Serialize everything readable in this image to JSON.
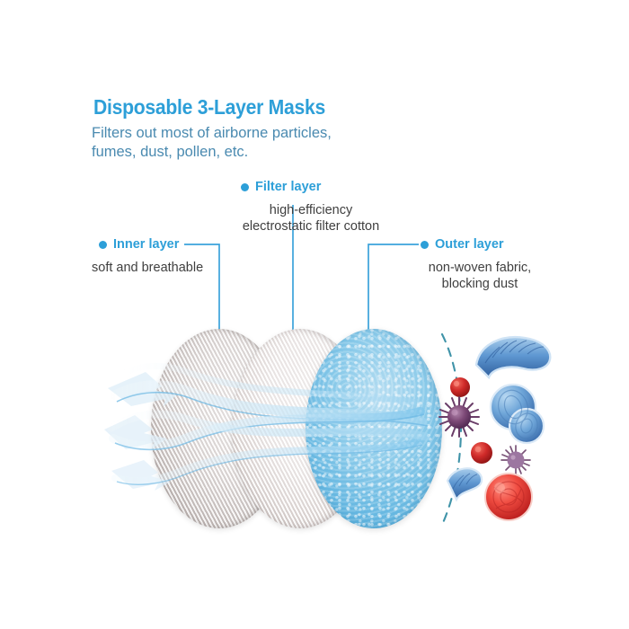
{
  "header": {
    "title": "Disposable 3-Layer Masks",
    "subtitle": "Filters out most of airborne particles,\nfumes, dust, pollen, etc."
  },
  "colors": {
    "accent_blue": "#2d9fd8",
    "subtitle_blue": "#4a8ab0",
    "body_gray": "#3f3f3f",
    "dashed_arc": "#3f93a8",
    "outer_layer_fill": "#8fcdeb",
    "inner_layer_fill": "#ebe7e6",
    "filter_layer_fill": "#f6f3f3",
    "germ_blue": "#4a82c4",
    "germ_red": "#d3302f",
    "germ_purple": "#7e4a78"
  },
  "callouts": [
    {
      "id": "inner-layer",
      "label": "Inner layer",
      "description": "soft and breathable",
      "align": "left"
    },
    {
      "id": "filter-layer",
      "label": "Filter layer",
      "description": "high-efficiency\nelectrostatic filter cotton",
      "align": "center"
    },
    {
      "id": "outer-layer",
      "label": "Outer layer",
      "description": "non-woven fabric,\nblocking dust",
      "align": "center"
    }
  ],
  "diagram": {
    "layers": [
      {
        "id": "inner",
        "name": "inner-layer-oval",
        "texture": "woven white-gray fabric"
      },
      {
        "id": "filter",
        "name": "filter-layer-oval",
        "texture": "woven white fabric"
      },
      {
        "id": "outer",
        "name": "outer-layer-oval",
        "texture": "speckled blue non-woven"
      }
    ],
    "airflow": {
      "name": "airflow-arrows",
      "direction": "right-to-left"
    },
    "barrier_arc": {
      "name": "blocking-barrier-arc",
      "style": "dashed"
    },
    "germs": [
      {
        "name": "germ-bacillus-large",
        "type": "bacillus",
        "color": "#4a82c4"
      },
      {
        "name": "germ-dot-red-small",
        "type": "sphere",
        "color": "#c2282a"
      },
      {
        "name": "germ-spiky-purple",
        "type": "spiky",
        "color": "#7e4a78"
      },
      {
        "name": "germ-cluster-blue",
        "type": "cluster",
        "color": "#5a93cf"
      },
      {
        "name": "germ-dot-red-mid",
        "type": "sphere",
        "color": "#c62a2c"
      },
      {
        "name": "germ-spiky-small",
        "type": "spiky",
        "color": "#8a5c86"
      },
      {
        "name": "germ-bacillus-small",
        "type": "bacillus",
        "color": "#5a93cf"
      },
      {
        "name": "germ-sphere-red-large",
        "type": "sphere",
        "color": "#e03a35"
      }
    ]
  }
}
